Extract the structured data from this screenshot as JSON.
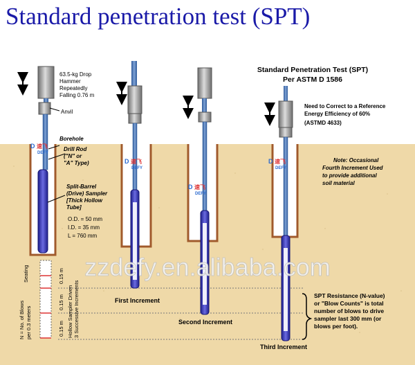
{
  "title": "Standard penetration test (SPT)",
  "diagram": {
    "header_line1": "Standard Penetration Test (SPT)",
    "header_line2": "Per ASTM D 1586",
    "hammer_label": [
      "63.5-kg Drop",
      "Hammer",
      "Repeatedly",
      "Falling 0.76 m"
    ],
    "anvil_label": "Anvil",
    "borehole_label": "Borehole",
    "drill_rod_label": [
      "Drill Rod",
      "(\"N\" or",
      "\"A\" Type)"
    ],
    "sampler_label": [
      "Split-Barrel",
      "(Drive) Sampler",
      "[Thick Hollow",
      "Tube]"
    ],
    "dimensions": [
      "O.D. = 50 mm",
      "I.D. = 35 mm",
      "L = 760 mm"
    ],
    "seating_label": "Seating",
    "increment_values": [
      "0.15 m",
      "0.15 m",
      "0.15 m"
    ],
    "blows_label": [
      "N = No. of Blows",
      "per 0.3 meters"
    ],
    "driven_label": [
      "Hollow Sampler Driven",
      "3 Successive Increments"
    ],
    "first_increment": "First Increment",
    "second_increment": "Second Increment",
    "third_increment": "Third Increment",
    "correction_note": [
      "Need to Correct to a Reference",
      "Energy Efficiency of 60%",
      "(ASTMD 4633)"
    ],
    "fourth_note": [
      "Note: Occasional",
      "Fourth Increment Used",
      "to provide additional",
      "soil material"
    ],
    "resistance_note": [
      "SPT Resistance (N-value)",
      "or \"Blow Counts\" is total",
      "number of blows to drive",
      "sampler last 300 mm (or",
      "blows per foot)."
    ],
    "watermark": "zzdefy.en.alibaba.com",
    "logo_text": "DEFY"
  },
  "colors": {
    "title": "#1a1aa8",
    "soil": "#efd9a8",
    "borehole_edge": "#a05a2c",
    "rod": "#4f77b5",
    "sampler": "#3232b4",
    "hammer": "#8c8c8c",
    "watermark": "#f4f4f4"
  }
}
